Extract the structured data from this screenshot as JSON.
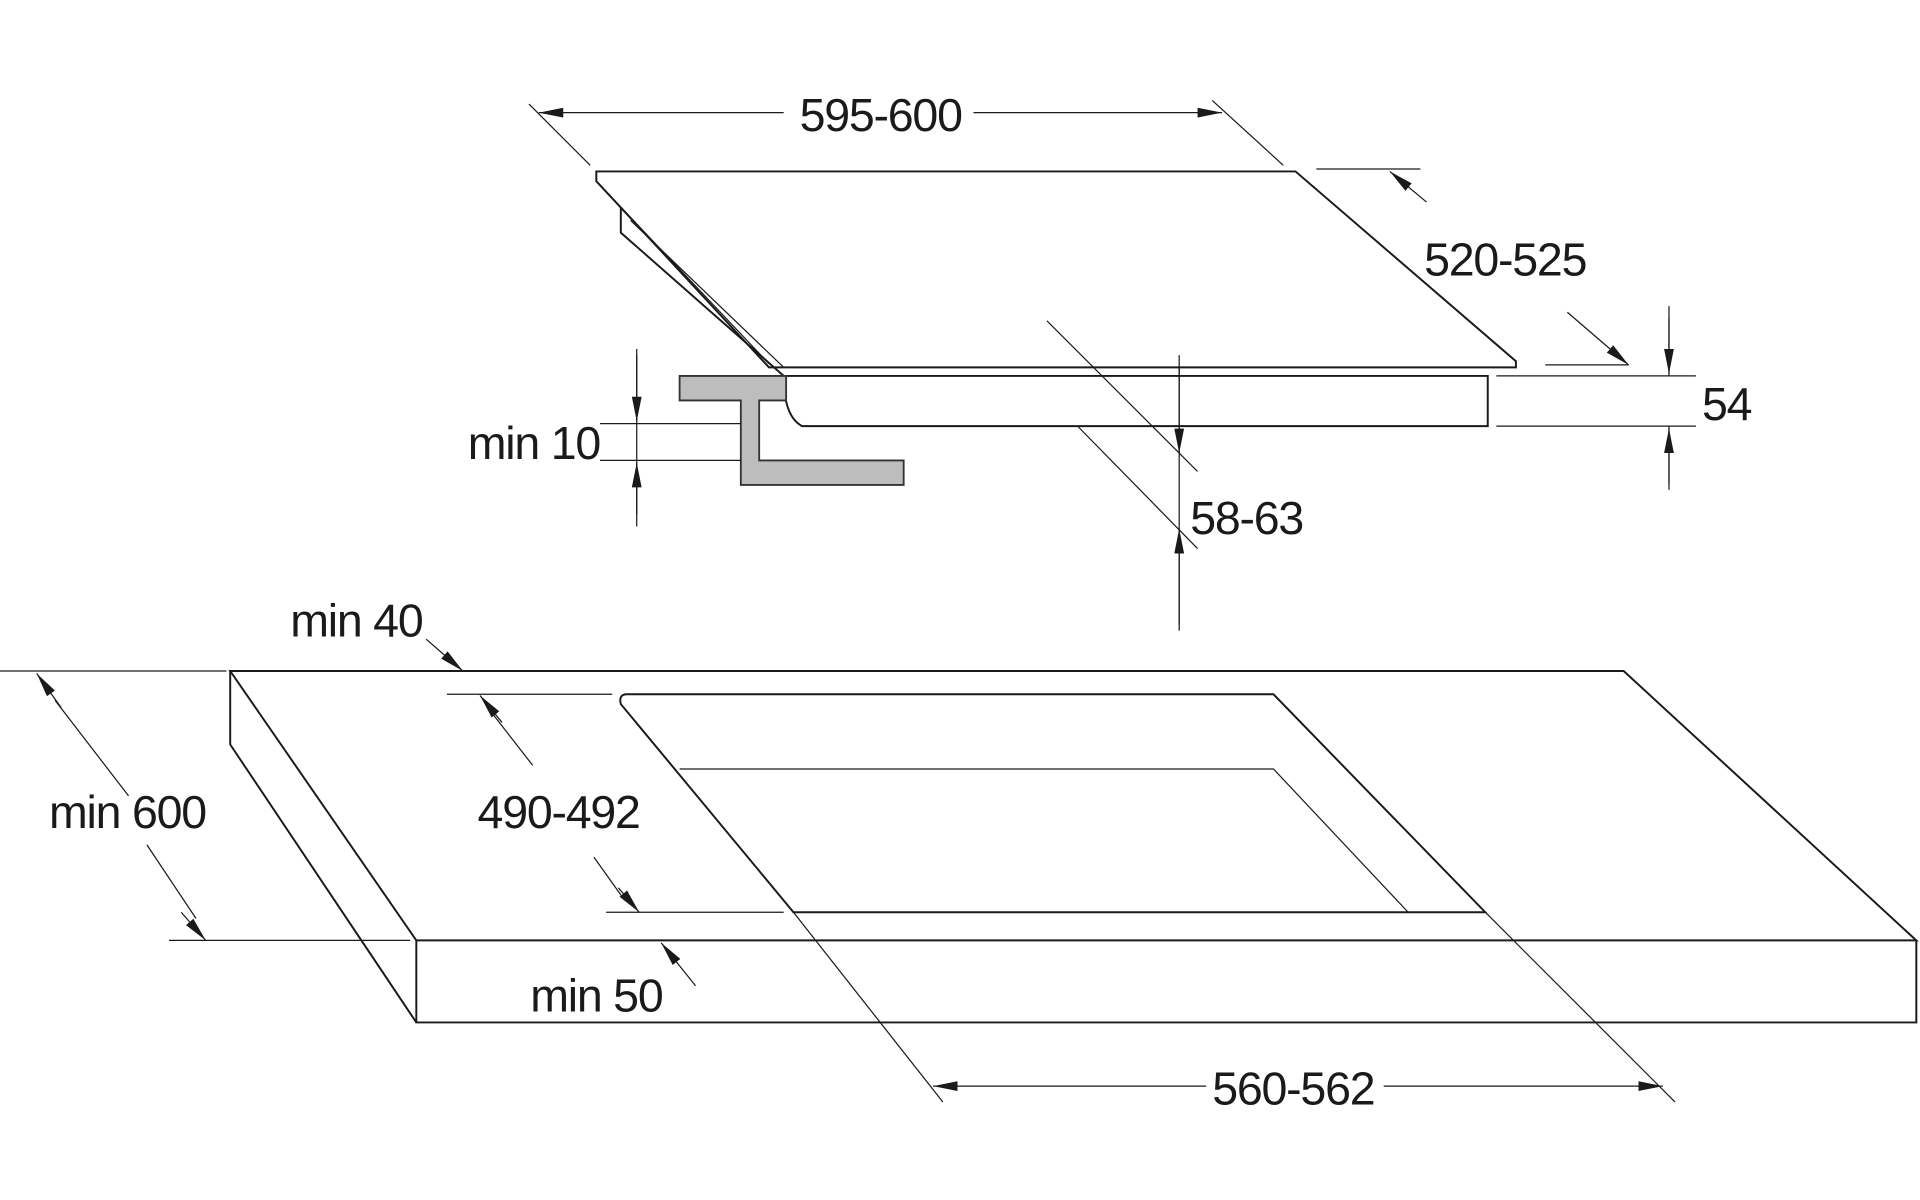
{
  "dimensions": {
    "hob_width": "595-600",
    "hob_depth": "520-525",
    "hob_height": "54",
    "clearance_below": "min 10",
    "insert_depth": "58-63",
    "edge_back": "min 40",
    "worktop_depth": "min 600",
    "cutout_depth": "490-492",
    "edge_front": "min 50",
    "cutout_width": "560-562"
  },
  "colors": {
    "line": "#1a1a1a",
    "bracket": "#bdbdbd"
  }
}
